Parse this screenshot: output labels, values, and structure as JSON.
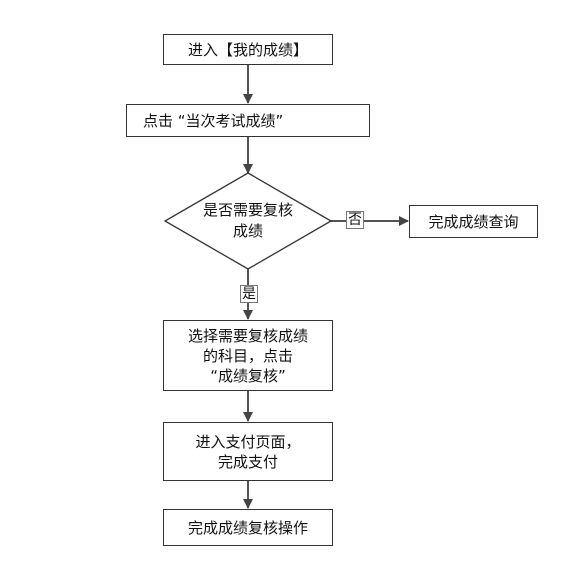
{
  "flowchart": {
    "step1": "进入【我的成绩】",
    "step2": "点击 “当次考试成绩”",
    "decision": "是否需要复核\n成绩",
    "no_label": "否",
    "no_result": "完成成绩查询",
    "yes_label": "是",
    "step3": "选择需要复核成绩\n的科目，点击\n“成绩复核”",
    "step4": "进入支付页面，\n完成支付",
    "step5": "完成成绩复核操作"
  }
}
